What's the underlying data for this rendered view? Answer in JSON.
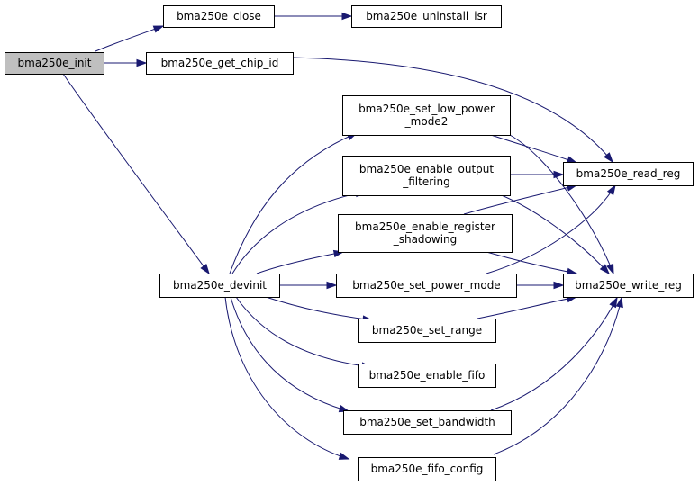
{
  "colors": {
    "edge": "#191970",
    "root_fill": "#bfbfbf",
    "node_fill": "#ffffff",
    "border": "#000000"
  },
  "nodes": [
    {
      "id": "bma250e_init",
      "lines": [
        "bma250e_init"
      ],
      "root": true
    },
    {
      "id": "bma250e_close",
      "lines": [
        "bma250e_close"
      ]
    },
    {
      "id": "bma250e_uninstall_isr",
      "lines": [
        "bma250e_uninstall_isr"
      ]
    },
    {
      "id": "bma250e_get_chip_id",
      "lines": [
        "bma250e_get_chip_id"
      ]
    },
    {
      "id": "bma250e_devinit",
      "lines": [
        "bma250e_devinit"
      ]
    },
    {
      "id": "bma250e_set_low_power_mode2",
      "lines": [
        "bma250e_set_low_power",
        "_mode2"
      ]
    },
    {
      "id": "bma250e_enable_output_filtering",
      "lines": [
        "bma250e_enable_output",
        "_filtering"
      ]
    },
    {
      "id": "bma250e_enable_register_shadowing",
      "lines": [
        "bma250e_enable_register",
        "_shadowing"
      ]
    },
    {
      "id": "bma250e_set_power_mode",
      "lines": [
        "bma250e_set_power_mode"
      ]
    },
    {
      "id": "bma250e_set_range",
      "lines": [
        "bma250e_set_range"
      ]
    },
    {
      "id": "bma250e_enable_fifo",
      "lines": [
        "bma250e_enable_fifo"
      ]
    },
    {
      "id": "bma250e_set_bandwidth",
      "lines": [
        "bma250e_set_bandwidth"
      ]
    },
    {
      "id": "bma250e_fifo_config",
      "lines": [
        "bma250e_fifo_config"
      ]
    },
    {
      "id": "bma250e_read_reg",
      "lines": [
        "bma250e_read_reg"
      ]
    },
    {
      "id": "bma250e_write_reg",
      "lines": [
        "bma250e_write_reg"
      ]
    }
  ],
  "edges": [
    [
      "bma250e_init",
      "bma250e_close"
    ],
    [
      "bma250e_init",
      "bma250e_get_chip_id"
    ],
    [
      "bma250e_init",
      "bma250e_devinit"
    ],
    [
      "bma250e_close",
      "bma250e_uninstall_isr"
    ],
    [
      "bma250e_get_chip_id",
      "bma250e_read_reg"
    ],
    [
      "bma250e_devinit",
      "bma250e_set_low_power_mode2"
    ],
    [
      "bma250e_devinit",
      "bma250e_enable_output_filtering"
    ],
    [
      "bma250e_devinit",
      "bma250e_enable_register_shadowing"
    ],
    [
      "bma250e_devinit",
      "bma250e_set_power_mode"
    ],
    [
      "bma250e_devinit",
      "bma250e_set_range"
    ],
    [
      "bma250e_devinit",
      "bma250e_enable_fifo"
    ],
    [
      "bma250e_devinit",
      "bma250e_set_bandwidth"
    ],
    [
      "bma250e_devinit",
      "bma250e_fifo_config"
    ],
    [
      "bma250e_set_low_power_mode2",
      "bma250e_read_reg"
    ],
    [
      "bma250e_set_low_power_mode2",
      "bma250e_write_reg"
    ],
    [
      "bma250e_enable_output_filtering",
      "bma250e_read_reg"
    ],
    [
      "bma250e_enable_output_filtering",
      "bma250e_write_reg"
    ],
    [
      "bma250e_enable_register_shadowing",
      "bma250e_read_reg"
    ],
    [
      "bma250e_enable_register_shadowing",
      "bma250e_write_reg"
    ],
    [
      "bma250e_set_power_mode",
      "bma250e_read_reg"
    ],
    [
      "bma250e_set_power_mode",
      "bma250e_write_reg"
    ],
    [
      "bma250e_set_range",
      "bma250e_write_reg"
    ],
    [
      "bma250e_set_bandwidth",
      "bma250e_write_reg"
    ],
    [
      "bma250e_fifo_config",
      "bma250e_write_reg"
    ]
  ]
}
